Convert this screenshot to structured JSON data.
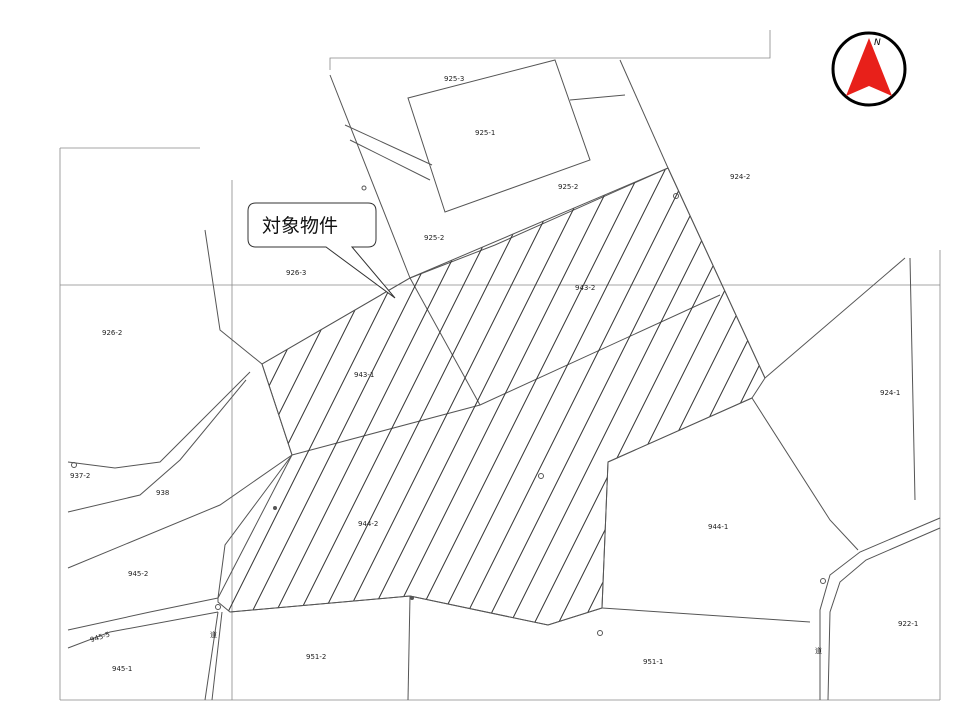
{
  "callout": {
    "text": "対象物件"
  },
  "compass": {
    "north_label": "N",
    "accent_color": "#e8201a"
  },
  "road_labels": [
    "道",
    "道"
  ],
  "parcels": [
    {
      "id": "p-925-3",
      "label": "925-3"
    },
    {
      "id": "p-925-1",
      "label": "925-1"
    },
    {
      "id": "p-925-2a",
      "label": "925-2"
    },
    {
      "id": "p-925-2b",
      "label": "925-2"
    },
    {
      "id": "p-924-2",
      "label": "924-2"
    },
    {
      "id": "p-926-3",
      "label": "926-3"
    },
    {
      "id": "p-943-2",
      "label": "943-2"
    },
    {
      "id": "p-926-2",
      "label": "926-2"
    },
    {
      "id": "p-943-1",
      "label": "943-1"
    },
    {
      "id": "p-924-1",
      "label": "924-1"
    },
    {
      "id": "p-937-2",
      "label": "937-2"
    },
    {
      "id": "p-938",
      "label": "938"
    },
    {
      "id": "p-944-2",
      "label": "944-2"
    },
    {
      "id": "p-944-1",
      "label": "944-1"
    },
    {
      "id": "p-945-2",
      "label": "945-2"
    },
    {
      "id": "p-945-5",
      "label": "945-5"
    },
    {
      "id": "p-922-1",
      "label": "922-1"
    },
    {
      "id": "p-945-1",
      "label": "945-1"
    },
    {
      "id": "p-951-2",
      "label": "951-2"
    },
    {
      "id": "p-951-1",
      "label": "951-1"
    }
  ]
}
